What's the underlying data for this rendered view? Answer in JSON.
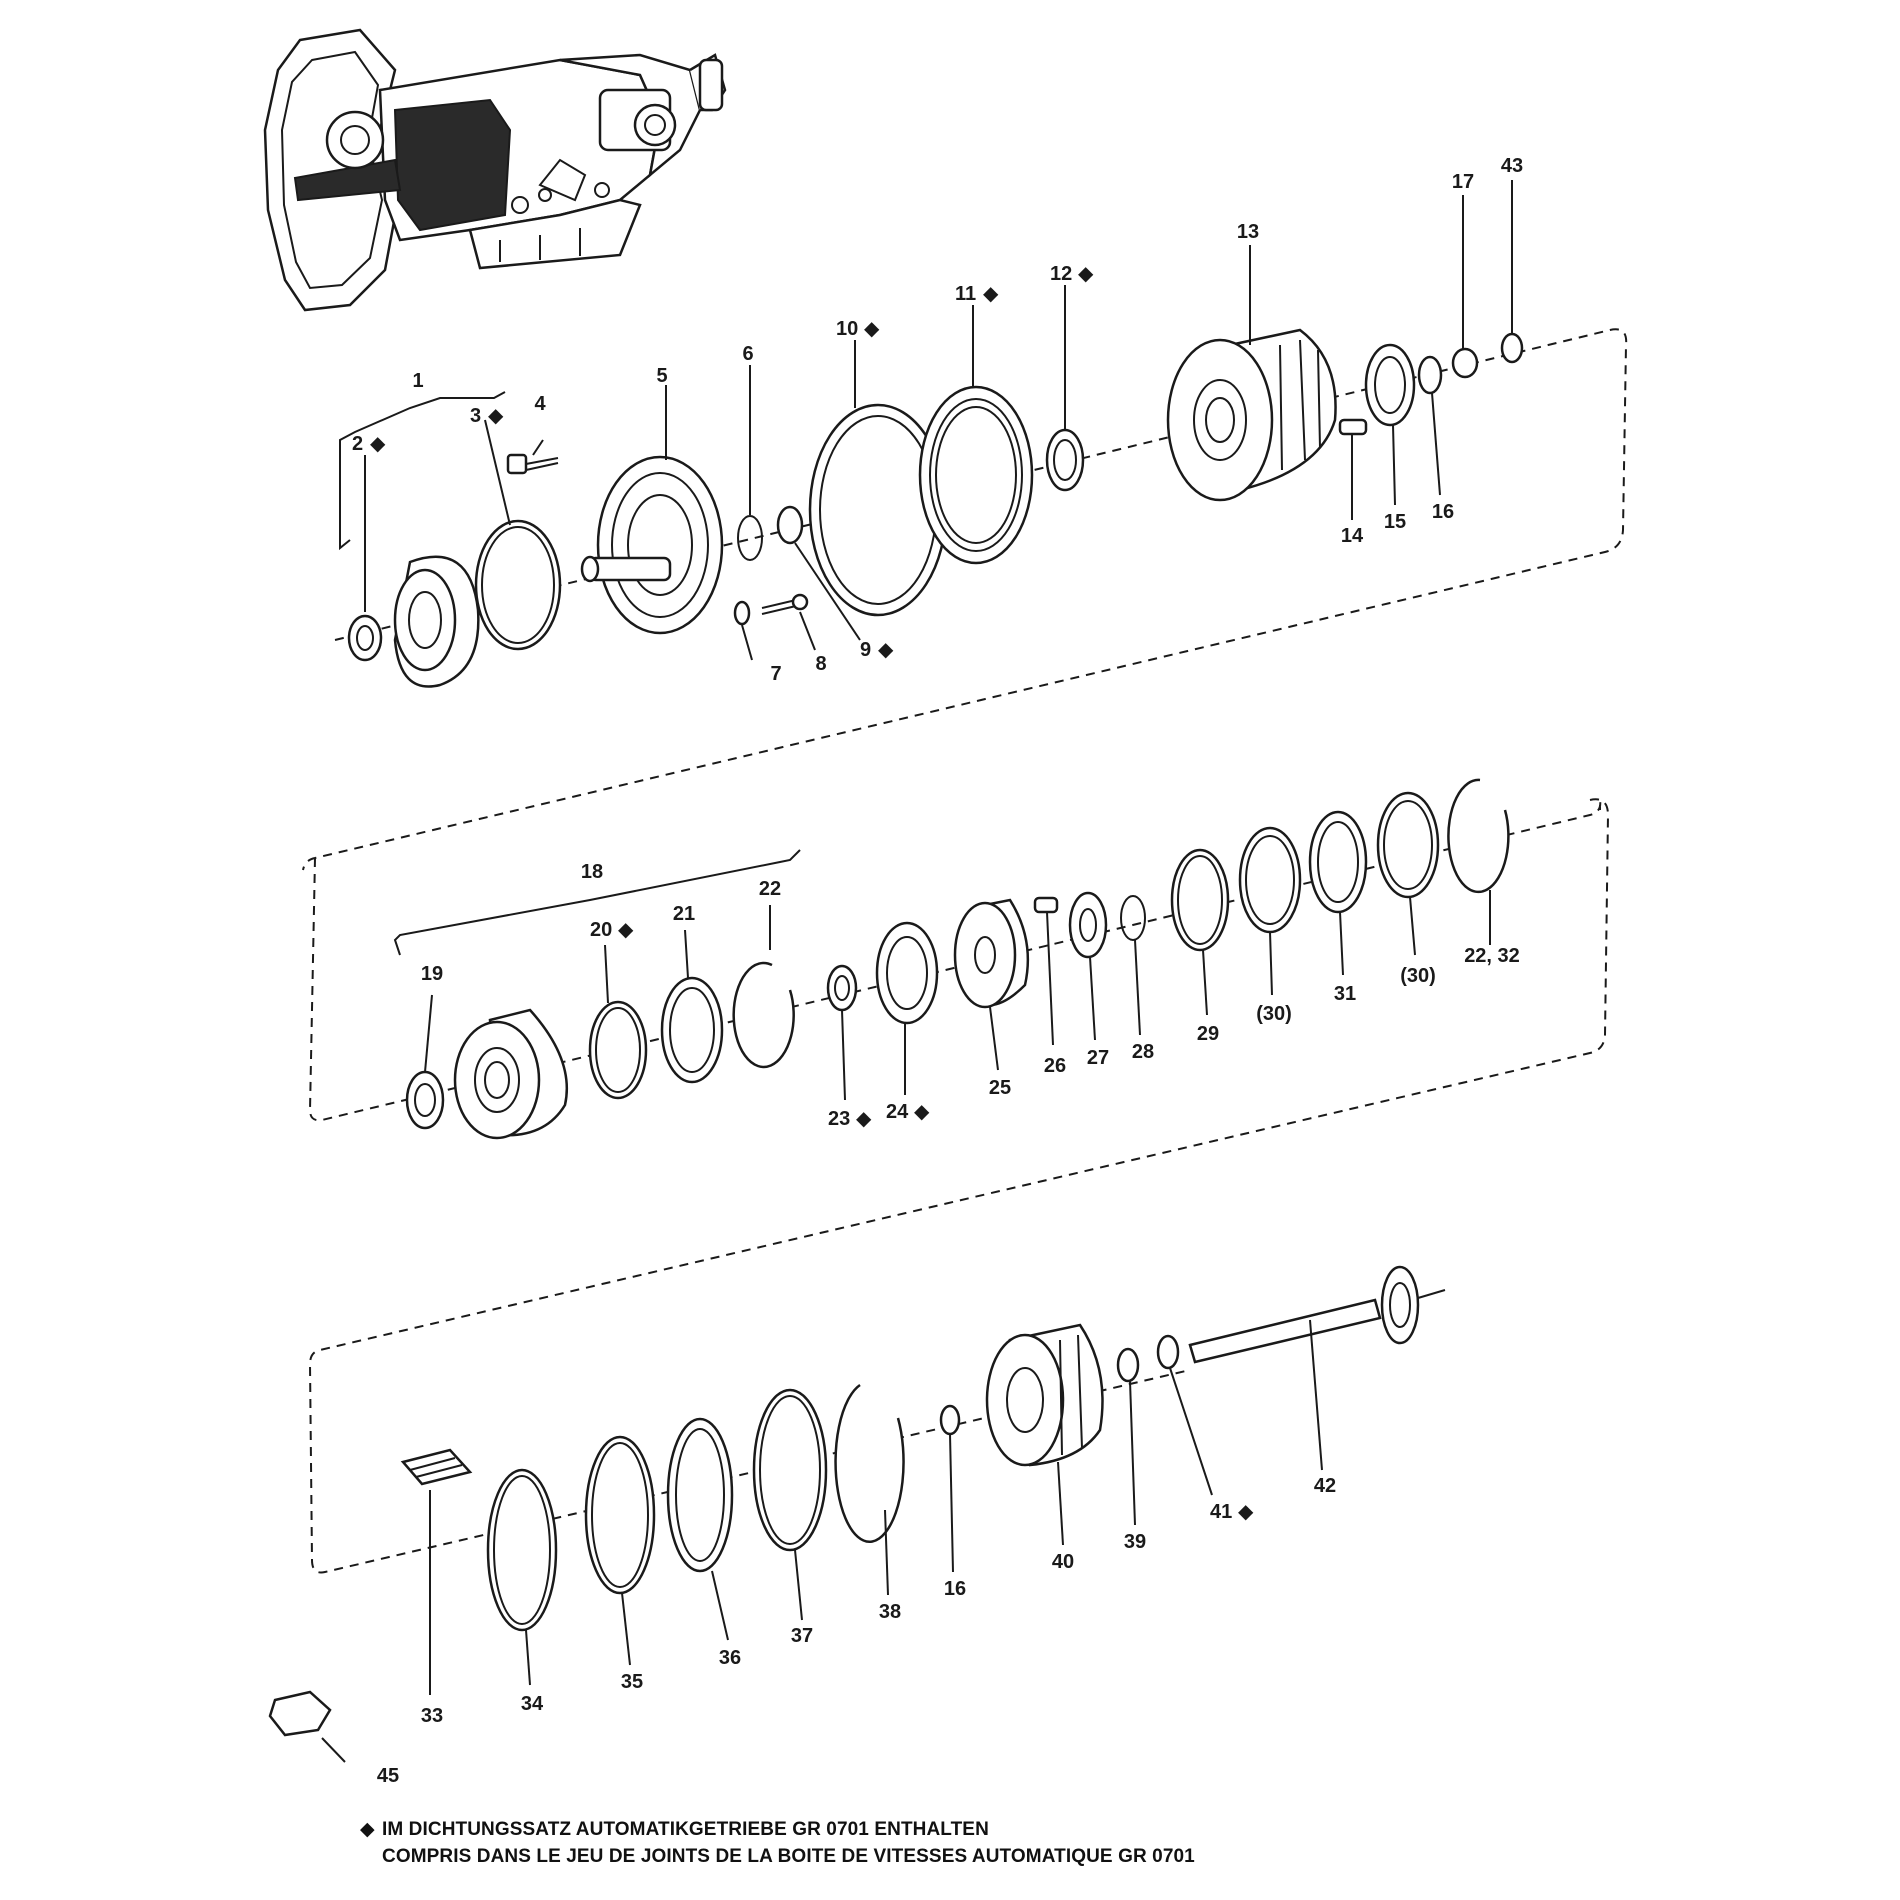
{
  "marker": "◆",
  "labels": [
    {
      "id": "1",
      "text": "1"
    },
    {
      "id": "2",
      "text": "2"
    },
    {
      "id": "3",
      "text": "3"
    },
    {
      "id": "4",
      "text": "4"
    },
    {
      "id": "5",
      "text": "5"
    },
    {
      "id": "6",
      "text": "6"
    },
    {
      "id": "7",
      "text": "7"
    },
    {
      "id": "8",
      "text": "8"
    },
    {
      "id": "9",
      "text": "9"
    },
    {
      "id": "10",
      "text": "10"
    },
    {
      "id": "11",
      "text": "11"
    },
    {
      "id": "12",
      "text": "12"
    },
    {
      "id": "13",
      "text": "13"
    },
    {
      "id": "14",
      "text": "14"
    },
    {
      "id": "15",
      "text": "15"
    },
    {
      "id": "16a",
      "text": "16"
    },
    {
      "id": "17",
      "text": "17"
    },
    {
      "id": "43",
      "text": "43"
    },
    {
      "id": "18",
      "text": "18"
    },
    {
      "id": "19",
      "text": "19"
    },
    {
      "id": "20",
      "text": "20"
    },
    {
      "id": "21",
      "text": "21"
    },
    {
      "id": "22",
      "text": "22"
    },
    {
      "id": "23",
      "text": "23"
    },
    {
      "id": "24",
      "text": "24"
    },
    {
      "id": "25",
      "text": "25"
    },
    {
      "id": "26",
      "text": "26"
    },
    {
      "id": "27",
      "text": "27"
    },
    {
      "id": "28",
      "text": "28"
    },
    {
      "id": "29",
      "text": "29"
    },
    {
      "id": "30a",
      "text": "(30)"
    },
    {
      "id": "31",
      "text": "31"
    },
    {
      "id": "30b",
      "text": "(30)"
    },
    {
      "id": "2232",
      "text": "22, 32"
    },
    {
      "id": "33",
      "text": "33"
    },
    {
      "id": "34",
      "text": "34"
    },
    {
      "id": "35",
      "text": "35"
    },
    {
      "id": "36",
      "text": "36"
    },
    {
      "id": "37",
      "text": "37"
    },
    {
      "id": "38",
      "text": "38"
    },
    {
      "id": "16b",
      "text": "16"
    },
    {
      "id": "40",
      "text": "40"
    },
    {
      "id": "39",
      "text": "39"
    },
    {
      "id": "41",
      "text": "41"
    },
    {
      "id": "42",
      "text": "42"
    },
    {
      "id": "45",
      "text": "45"
    }
  ],
  "footnote": {
    "line1": "IM DICHTUNGSSATZ AUTOMATIKGETRIEBE GR 0701 ENTHALTEN",
    "line2": "COMPRIS DANS LE JEU DE JOINTS DE LA BOITE DE VITESSES AUTOMATIQUE GR 0701"
  }
}
